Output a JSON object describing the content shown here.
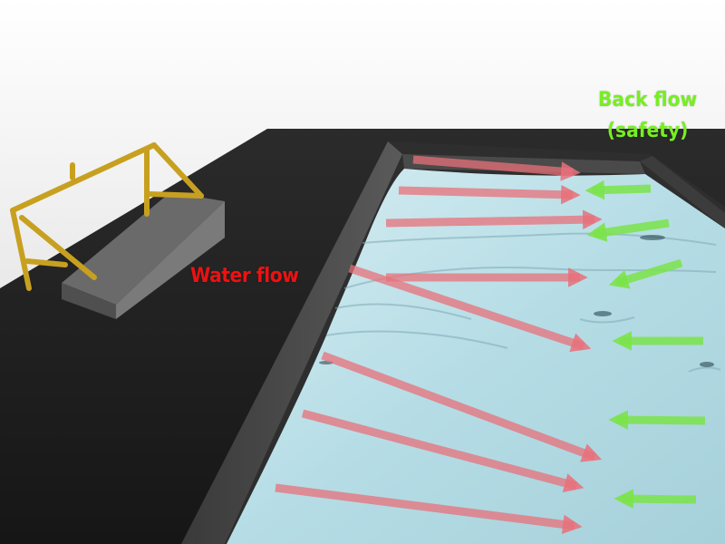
{
  "labels": {
    "water_flow": "Water flow",
    "back_flow_line1": "Back flow",
    "back_flow_line2": "(safety)"
  },
  "colors": {
    "water_flow_text": "#ee1111",
    "back_flow_text": "#77ee22",
    "water_arrow": "#e8707a",
    "back_arrow": "#7be34a",
    "water": "#bfe3ea",
    "floor": "#1c1c1c",
    "frame": "#c8a020"
  },
  "icons": {
    "water_arrow": "arrow-right-icon",
    "back_arrow": "arrow-left-icon"
  }
}
